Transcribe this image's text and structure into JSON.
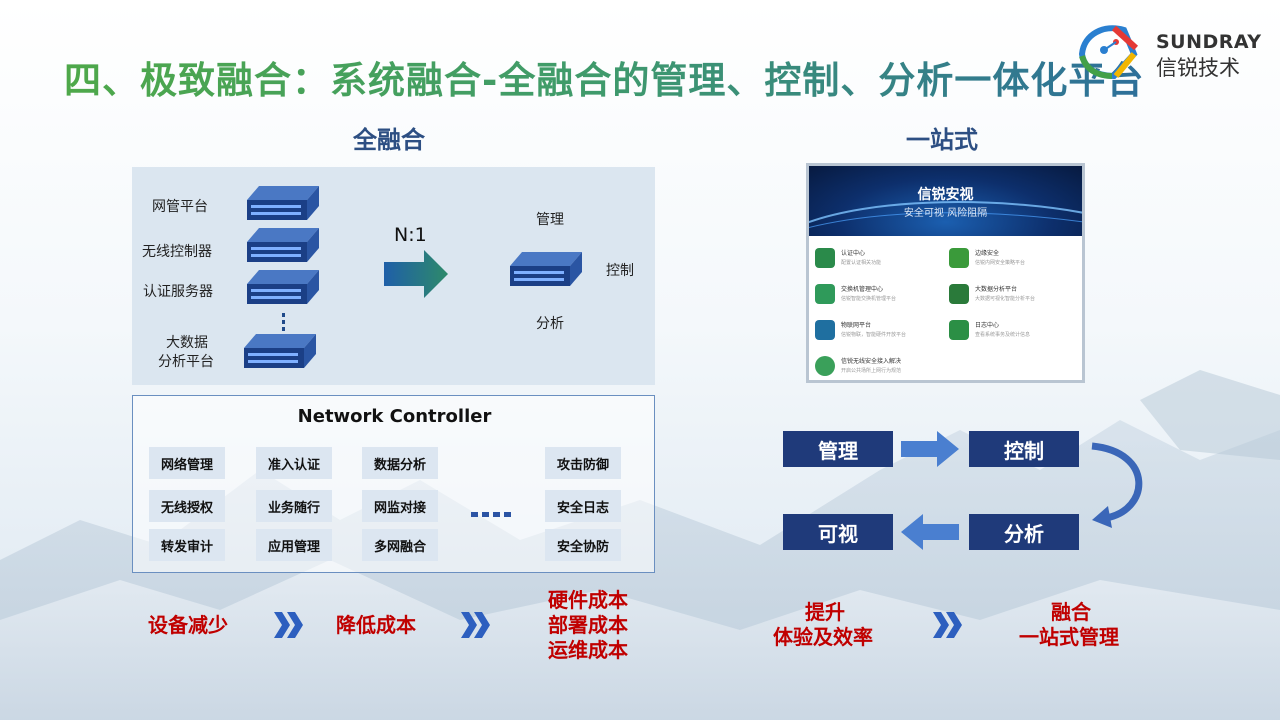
{
  "title": "四、极致融合：系统融合-全融合的管理、控制、分析一体化平台",
  "brand": {
    "en": "SUNDRAY",
    "cn": "信锐技术"
  },
  "left": {
    "heading": "全融合",
    "servers": [
      "网管平台",
      "无线控制器",
      "认证服务器"
    ],
    "bigdata": [
      "大数据",
      "分析平台"
    ],
    "ratio": "N:1",
    "merged": {
      "top": "管理",
      "right": "控制",
      "bottom": "分析"
    },
    "nc_title": "Network Controller",
    "nc_items": [
      [
        "网络管理",
        "准入认证",
        "数据分析",
        "攻击防御"
      ],
      [
        "无线授权",
        "业务随行",
        "网监对接",
        "安全日志"
      ],
      [
        "转发审计",
        "应用管理",
        "多网融合",
        "安全协防"
      ]
    ],
    "bottom": {
      "a": "设备减少",
      "b": "降低成本",
      "c": [
        "硬件成本",
        "部署成本",
        "运维成本"
      ]
    }
  },
  "right": {
    "heading": "一站式",
    "mock": {
      "banner_title": "信锐安视",
      "banner_sub": "安全可视 风险阻隔",
      "items": [
        {
          "title": "认证中心",
          "sub": "配置认证相关功能",
          "color": "#2a8a4a"
        },
        {
          "title": "边缘安全",
          "sub": "信锐内网安全策略平台",
          "color": "#3a9a3a"
        },
        {
          "title": "交换机管理中心",
          "sub": "信锐智能交换机管理平台",
          "color": "#2f9a5a"
        },
        {
          "title": "大数据分析平台",
          "sub": "大数据可视化智能分析平台",
          "color": "#2a7a3a"
        },
        {
          "title": "物联网平台",
          "sub": "信锐物联，智能硬件开放平台",
          "color": "#1f6fa0"
        },
        {
          "title": "日志中心",
          "sub": "查看系统事务及统计信息",
          "color": "#2b8f45"
        },
        {
          "title": "信锐无线安全接入解决",
          "sub": "开启公共场所上网行为规范",
          "color": "#3aa05a"
        }
      ]
    },
    "flow": {
      "manage": "管理",
      "control": "控制",
      "analyze": "分析",
      "visual": "可视"
    },
    "bottom": {
      "a": [
        "提升",
        "体验及效率"
      ],
      "b": [
        "融合",
        "一站式管理"
      ]
    }
  }
}
